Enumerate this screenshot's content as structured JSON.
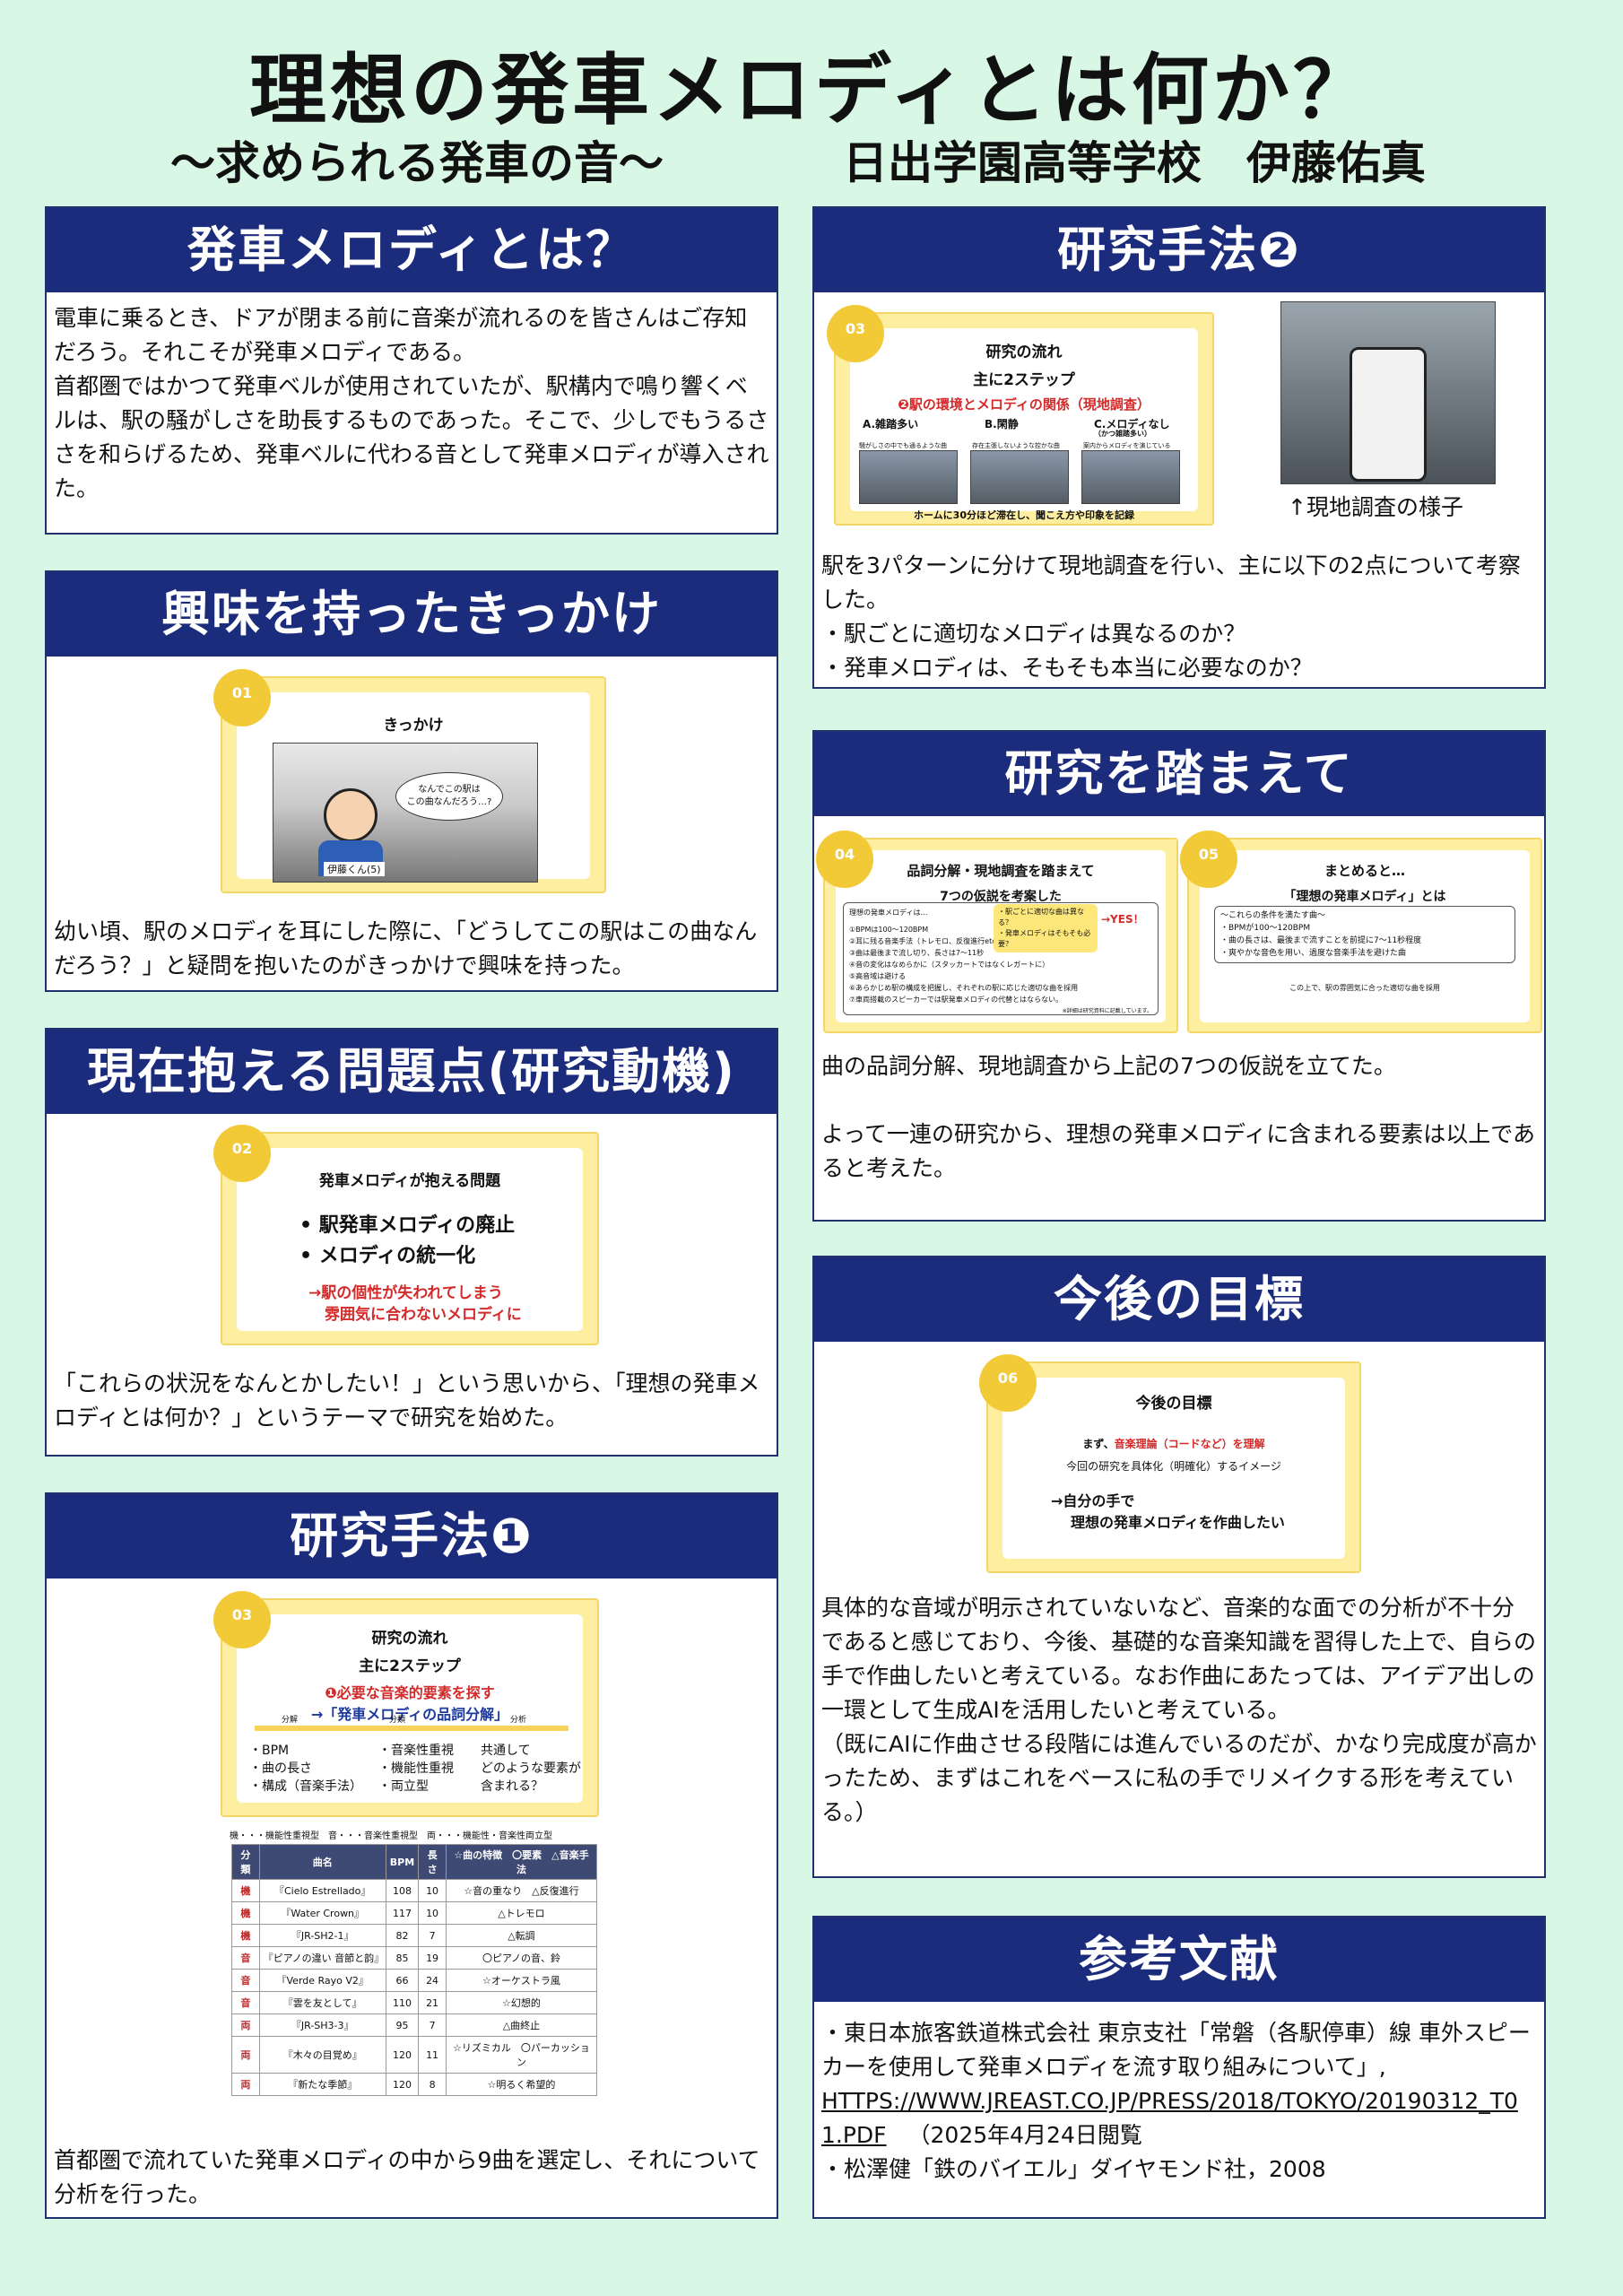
{
  "title": "理想の発車メロディとは何か？",
  "subtitle": "～求められる発車の音～",
  "author": "日出学園高等学校　伊藤佑真",
  "s1": {
    "heading": "発車メロディとは？",
    "paragraphs": [
      "電車に乗るとき、ドアが閉まる前に音楽が流れるのを皆さんはご存知だろう。それこそが発車メロディである。",
      "首都圏ではかつて発車ベルが使用されていたが、駅構内で鳴り響くベルは、駅の騒がしさを助長するものであった。そこで、少しでもうるささを和らげるため、発車ベルに代わる音として発車メロディが導入された。"
    ]
  },
  "s2": {
    "heading": "興味を持ったきっかけ",
    "slide_num": "01",
    "slide_title": "きっかけ",
    "bubble": "なんでこの駅は\nこの曲なんだろう…?",
    "caption": "伊藤くん(5)",
    "text": "幼い頃、駅のメロディを耳にした際に、「どうしてこの駅はこの曲なんだろう？」と疑問を抱いたのがきっかけで興味を持った。"
  },
  "s3": {
    "heading": "現在抱える問題点(研究動機)",
    "slide_num": "02",
    "slide_title": "発車メロディが抱える問題",
    "bullets": [
      "• 駅発車メロディの廃止",
      "• メロディの統一化"
    ],
    "red1": "→駅の個性が失われてしまう",
    "red2": "雰囲気に合わないメロディに",
    "text": "「これらの状況をなんとかしたい！」という思いから、「理想の発車メロディとは何か？」というテーマで研究を始めた。"
  },
  "s4": {
    "heading": "研究手法❶",
    "slide_num": "03",
    "slide_title": "研究の流れ",
    "slide_sub": "主に2ステップ",
    "red": "❶必要な音楽的要素を探す",
    "blue": "→「発車メロディの品詞分解」",
    "steps": [
      "分解",
      "分類",
      "分析"
    ],
    "col1": [
      "・BPM",
      "・曲の長さ",
      "・構成（音楽手法）"
    ],
    "col2": [
      "・音楽性重視",
      "・機能性重視",
      "・両立型"
    ],
    "col3": [
      "共通して",
      "どのような要素が",
      "含まれる？"
    ],
    "legend": "機・・・機能性重視型　音・・・音楽性重視型　両・・・機能性・音楽性両立型",
    "table_headers": [
      "分類",
      "曲名",
      "BPM",
      "長さ",
      "☆曲の特徴　〇要素　△音楽手法"
    ],
    "table_rows": [
      [
        "機",
        "『Cielo Estrellado』",
        "108",
        "10",
        "☆音の重なり　△反復進行"
      ],
      [
        "機",
        "『Water Crown』",
        "117",
        "10",
        "△トレモロ"
      ],
      [
        "機",
        "『JR-SH2-1』",
        "82",
        "7",
        "△転調"
      ],
      [
        "音",
        "『ピアノの違い 音節と韵』",
        "85",
        "19",
        "〇ピアノの音、鈴"
      ],
      [
        "音",
        "『Verde Rayo V2』",
        "66",
        "24",
        "☆オーケストラ風"
      ],
      [
        "音",
        "『雲を友として』",
        "110",
        "21",
        "☆幻想的"
      ],
      [
        "両",
        "『JR-SH3-3』",
        "95",
        "7",
        "△曲終止"
      ],
      [
        "両",
        "『木々の目覚め』",
        "120",
        "11",
        "☆リズミカル　〇パーカッション"
      ],
      [
        "両",
        "『新たな季節』",
        "120",
        "8",
        "☆明るく希望的"
      ]
    ],
    "text": "首都圏で流れていた発車メロディの中から9曲を選定し、それについて分析を行った。"
  },
  "s5": {
    "heading": "研究手法❷",
    "slide_num": "03",
    "slide_title": "研究の流れ",
    "slide_sub": "主に2ステップ",
    "red": "❷駅の環境とメロディの関係（現地調査）",
    "cols": [
      "A.雑踏多い",
      "B.閑静",
      "C.メロディなし"
    ],
    "col_sub": "（かつ雑踏多い）",
    "col_desc": [
      "騒がしさの中でも通るような曲",
      "存在主張しないような控かな曲",
      "案内からメロディを演じている"
    ],
    "bottom": "ホームに30分ほど滞在し、聞こえ方や印象を記録",
    "photo_caption": "↑現地調査の様子",
    "paragraphs": [
      "駅を3パターンに分けて現地調査を行い、主に以下の2点について考察した。",
      "・駅ごとに適切なメロディは異なるのか？",
      "・発車メロディは、そもそも本当に必要なのか？"
    ]
  },
  "s6": {
    "heading": "研究を踏まえて",
    "slide4_num": "04",
    "slide4_title": "品詞分解・現地調査を踏まえて",
    "slide4_sub": "7つの仮説を考案した",
    "slide4_lines": [
      "理想の発車メロディは…",
      "①BPMは100～120BPM",
      "②耳に残る音楽手法（トレモロ、反復進行etc...）は不要",
      "③曲は最後まで流し切り、長さは7～11秒",
      "④音の変化はなめらかに（スタッカートではなくレガートに）",
      "⑤高音域は避ける",
      "⑥あらかじめ駅の構成を把握し、それぞれの駅に応じた適切な曲を採用",
      "⑦車両搭載のスピーカーでは駅発車メロディの代替とはならない。"
    ],
    "slide4_callout": "・駅ごとに適切な曲は異なる？\n・発車メロディはそもそも必要？",
    "slide4_yes": "→YES！",
    "slide4_note": "※詳細は研究資料に記載しています。",
    "slide5_num": "05",
    "slide5_title": "まとめると…",
    "slide5_sub": "「理想の発車メロディ」とは",
    "slide5_lines": [
      "～これらの条件を満たす曲～",
      "・BPMが100～120BPM",
      "・曲の長さは、最後まで流すことを前提に7～11秒程度",
      "・爽やかな音色を用い、過度な音楽手法を避けた曲"
    ],
    "slide5_foot": "この上で、駅の雰囲気に合った適切な曲を採用",
    "paragraphs": [
      "曲の品詞分解、現地調査から上記の7つの仮説を立てた。",
      "よって一連の研究から、理想の発車メロディに含まれる要素は以上であると考えた。"
    ]
  },
  "s7": {
    "heading": "今後の目標",
    "slide_num": "06",
    "slide_title": "今後の目標",
    "line1_pre": "まず、",
    "line1_red": "音楽理論（コードなど）を理解",
    "line2": "今回の研究を具体化（明確化）するイメージ",
    "line3": "→自分の手で",
    "line4": "理想の発車メロディを作曲したい",
    "paragraphs": [
      "具体的な音域が明示されていないなど、音楽的な面での分析が不十分であると感じており、今後、基礎的な音楽知識を習得した上で、自らの手で作曲したいと考えている。なお作曲にあたっては、アイデア出しの一環として生成AIを活用したいと考えている。",
      "（既にAIに作曲させる段階には進んでいるのだが、かなり完成度が高かったため、まずはこれをベースに私の手でリメイクする形を考えている。）"
    ]
  },
  "s8": {
    "heading": "参考文献",
    "ref1": "・東日本旅客鉄道株式会社 東京支社「常磐（各駅停車）線 車外スピーカーを使用して発車メロディを流す取り組みについて」,",
    "ref1_url": "HTTPS://WWW.JREAST.CO.JP/PRESS/2018/TOKYO/20190312_T01.PDF",
    "ref1_date": "（2025年4月24日閲覧",
    "ref2": "・松澤健「鉄のバイエル」ダイヤモンド社，2008"
  },
  "colors": {
    "header_navy": "#1c2c7d",
    "background": "#d8f7e4",
    "slide_yellow": "#fdeea0",
    "accent_red": "#d42a2a"
  }
}
